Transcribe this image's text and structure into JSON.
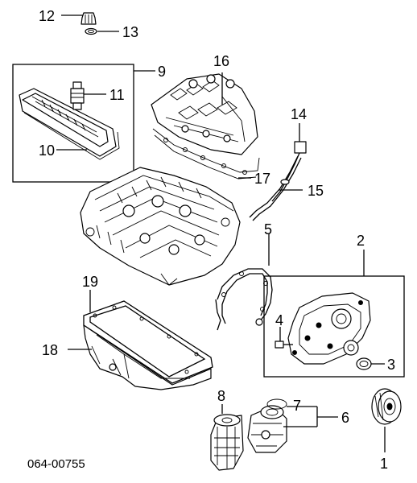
{
  "callouts": {
    "c1": "1",
    "c2": "2",
    "c3": "3",
    "c4": "4",
    "c5": "5",
    "c6": "6",
    "c7": "7",
    "c8": "8",
    "c9": "9",
    "c10": "10",
    "c11": "11",
    "c12": "12",
    "c13": "13",
    "c14": "14",
    "c15": "15",
    "c16": "16",
    "c17": "17",
    "c18": "18",
    "c19": "19"
  },
  "diagram_code": "064-00755",
  "colors": {
    "ink": "#000000",
    "paper": "#ffffff"
  }
}
